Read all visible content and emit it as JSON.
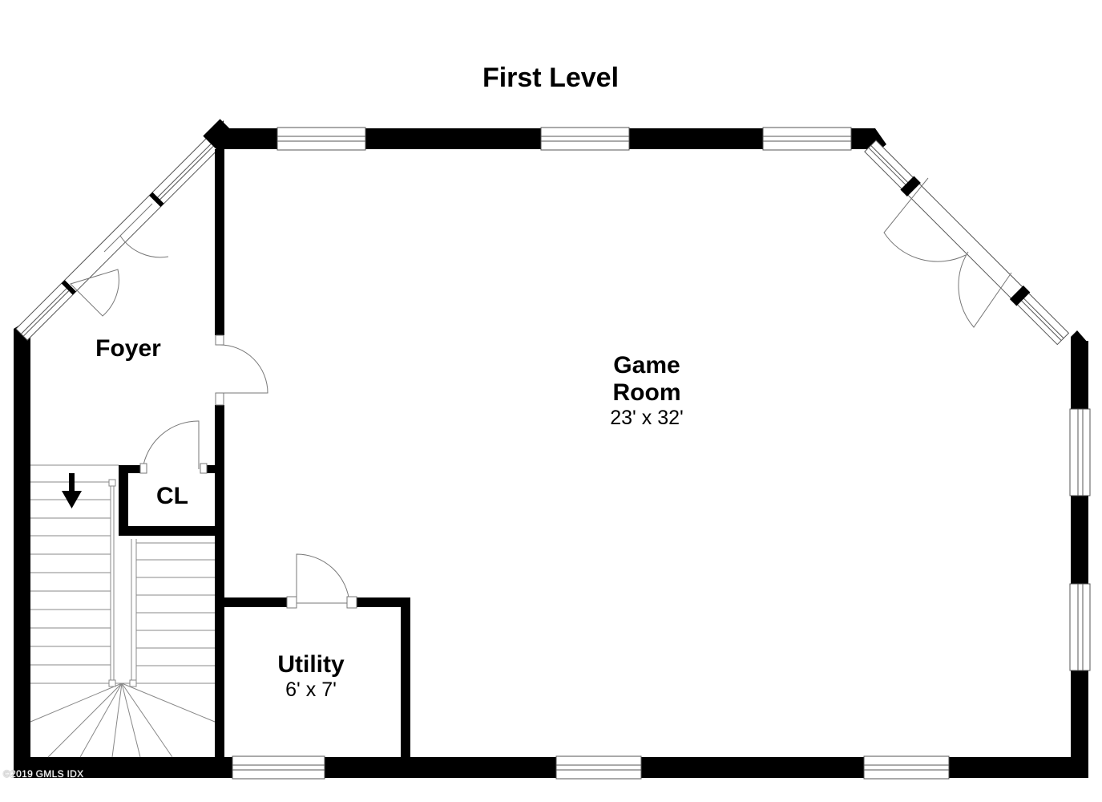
{
  "title": "First Level",
  "rooms": {
    "foyer": {
      "name": "Foyer"
    },
    "closet": {
      "name": "CL"
    },
    "game_room": {
      "name_line1": "Game",
      "name_line2": "Room",
      "dimensions": "23' x 32'"
    },
    "utility": {
      "name": "Utility",
      "dimensions": "6' x 7'"
    }
  },
  "watermark": "©2019 GMLS IDX",
  "colors": {
    "wall": "#000000",
    "line": "#666666",
    "background": "#ffffff"
  },
  "icons": {
    "stairs_direction": "arrow-down-icon"
  }
}
